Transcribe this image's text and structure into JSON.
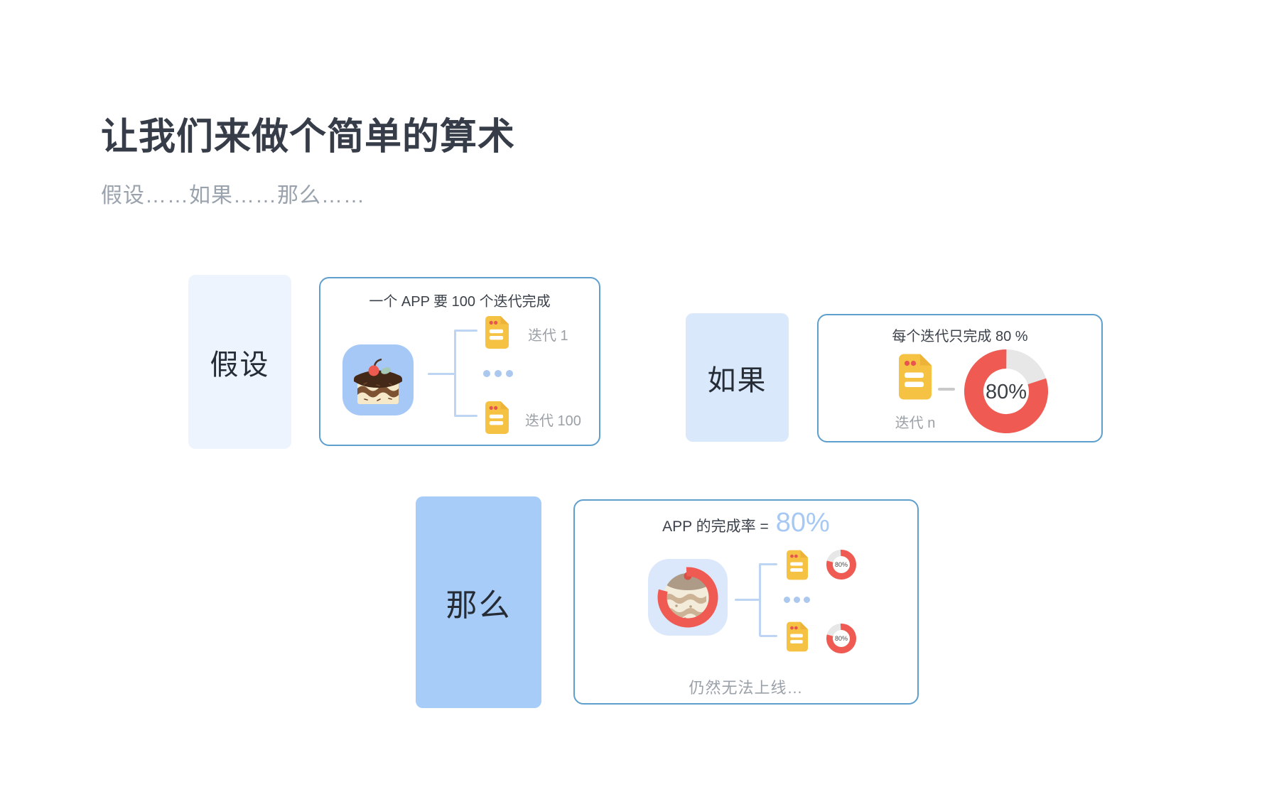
{
  "header": {
    "title": "让我们来做个简单的算术",
    "subtitle": "假设……如果……那么……"
  },
  "hypothesis_group": {
    "label": "假设",
    "card_title": "一个 APP 要 100 个迭代完成",
    "iteration_first_label": "迭代 1",
    "iteration_last_label": "迭代 100",
    "app_icon": "cake-app-icon",
    "branch_icon": "document-icon"
  },
  "condition_group": {
    "label": "如果",
    "card_title": "每个迭代只完成 80 %",
    "iteration_label": "迭代 n",
    "donut_value": "80%",
    "donut_percent": 80
  },
  "result_group": {
    "label": "那么",
    "card_title_prefix": "APP 的完成率 =",
    "card_title_value": "80%",
    "branch_donut_value": "80%",
    "branch_donut_percent": 80,
    "app_ring_percent": 80,
    "caption": "仍然无法上线…"
  },
  "colors": {
    "label_box_light": "#edf4fd",
    "label_box_mid": "#d9e8fb",
    "label_box_strong": "#a8ccf8",
    "card_border": "#5e9fcd",
    "donut_red": "#ef5a52",
    "donut_track": "#e7e7e7",
    "doc_yellow": "#f6c244",
    "connector_blue": "#bdd5f3",
    "title_text": "#373d48",
    "muted_text": "#9aa3ad"
  }
}
